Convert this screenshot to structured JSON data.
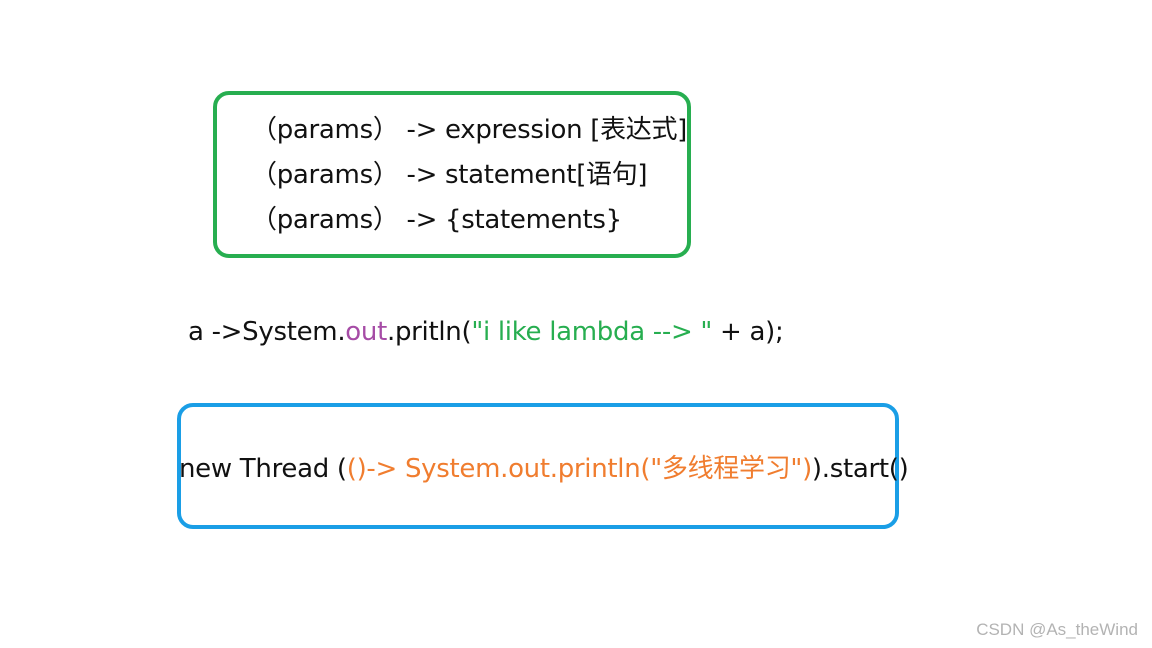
{
  "syntax_box": {
    "lines": [
      "（params） -> expression [表达式]",
      "（params） -> statement[语句]",
      "（params） -> {statements}"
    ],
    "border_color": "#27ae50"
  },
  "example": {
    "part1": "a ->System.",
    "part2": "out",
    "part3": ".pritln(",
    "part4": "\"i like lambda --> \"",
    "part5": "  + a);",
    "colors": {
      "default": "#111111",
      "field": "#a64ca6",
      "string": "#27ae50"
    }
  },
  "thread": {
    "part1": "new Thread (",
    "part2": "()-> System.out.println(\"多线程学习\")",
    "part3": ").start()",
    "border_color": "#1a9ee6",
    "highlight_color": "#f07d2f"
  },
  "watermark": "CSDN @As_theWind"
}
